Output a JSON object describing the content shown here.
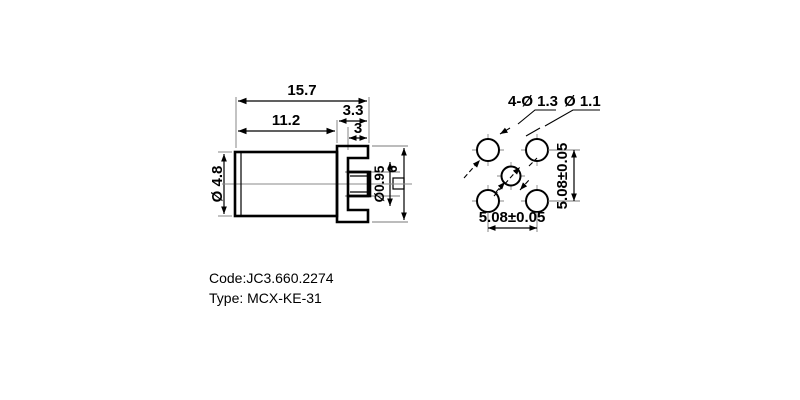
{
  "drawing": {
    "title": "MCX-KE-31 connector outline drawing",
    "background_color": "#ffffff",
    "line_color": "#000000"
  },
  "side_view": {
    "name": "side-view",
    "dimensions": {
      "overall_length": "15.7",
      "body_length": "11.2",
      "flange_depth": "3.3",
      "step_depth": "3",
      "body_diameter": "Ø 4.8",
      "pin_diameter": "Ø0.95",
      "flange_square": "6"
    }
  },
  "footprint_view": {
    "name": "footprint-view",
    "labels": {
      "corner_holes": "4-Ø 1.3",
      "center_hole": "Ø 1.1",
      "pitch_horizontal": "5.08±0.05",
      "pitch_vertical": "5.08±0.05"
    }
  },
  "caption": {
    "code_line": "Code:JC3.660.2274",
    "type_line": "Type: MCX-KE-31"
  }
}
